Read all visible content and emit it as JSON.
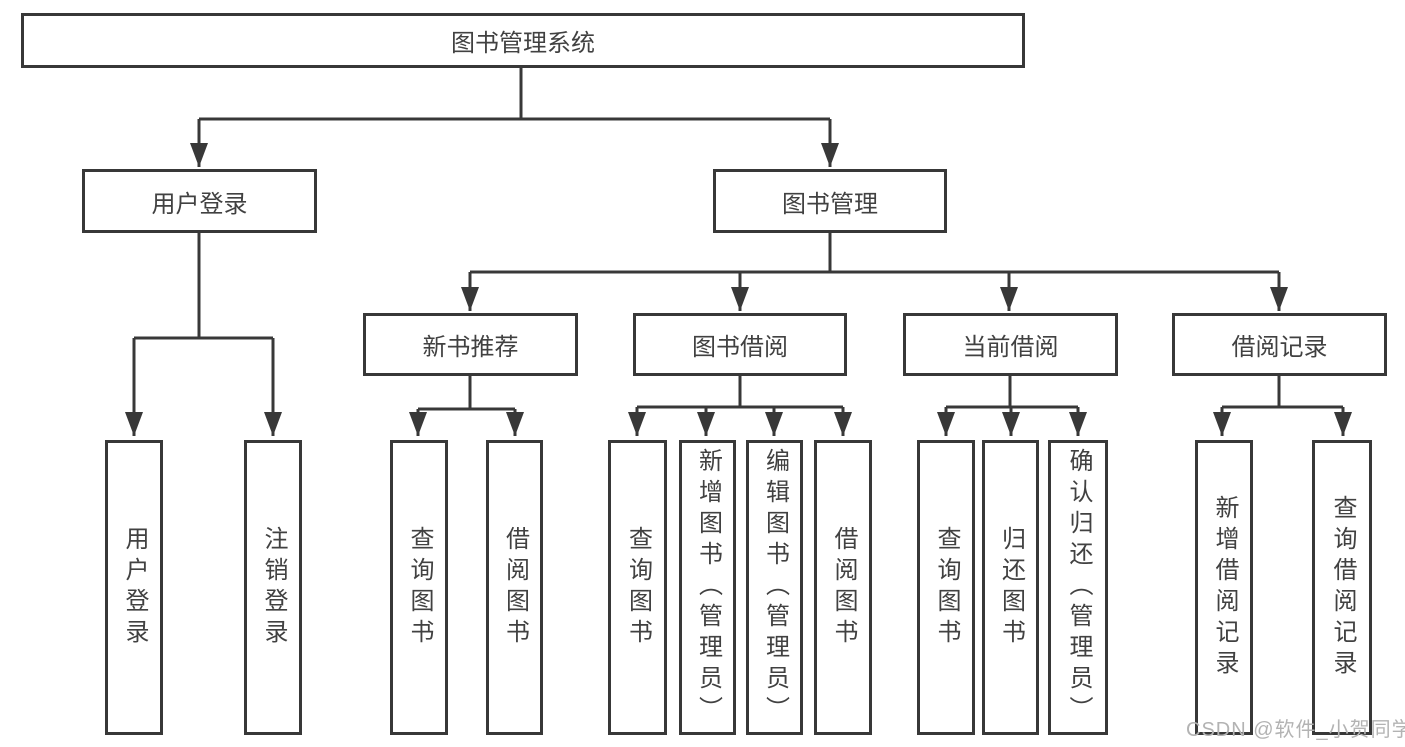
{
  "tree": {
    "label": "图书管理系统",
    "children": [
      {
        "label": "用户登录",
        "children": [
          {
            "label": "用户登录"
          },
          {
            "label": "注销登录"
          }
        ]
      },
      {
        "label": "图书管理",
        "children": [
          {
            "label": "新书推荐",
            "children": [
              {
                "label": "查询图书"
              },
              {
                "label": "借阅图书"
              }
            ]
          },
          {
            "label": "图书借阅",
            "children": [
              {
                "label": "查询图书"
              },
              {
                "label": "新增图书（管理员）"
              },
              {
                "label": "编辑图书（管理员）"
              },
              {
                "label": "借阅图书"
              }
            ]
          },
          {
            "label": "当前借阅",
            "children": [
              {
                "label": "查询图书"
              },
              {
                "label": "归还图书"
              },
              {
                "label": "确认归还（管理员）"
              }
            ]
          },
          {
            "label": "借阅记录",
            "children": [
              {
                "label": "新增借阅记录"
              },
              {
                "label": "查询借阅记录"
              }
            ]
          }
        ]
      }
    ]
  },
  "watermark": {
    "text": "CSDN @软件_小贺同学"
  },
  "colors": {
    "line": "#383838",
    "text": "#414141",
    "watermark": "#b3b3b3",
    "background": "#ffffff"
  }
}
